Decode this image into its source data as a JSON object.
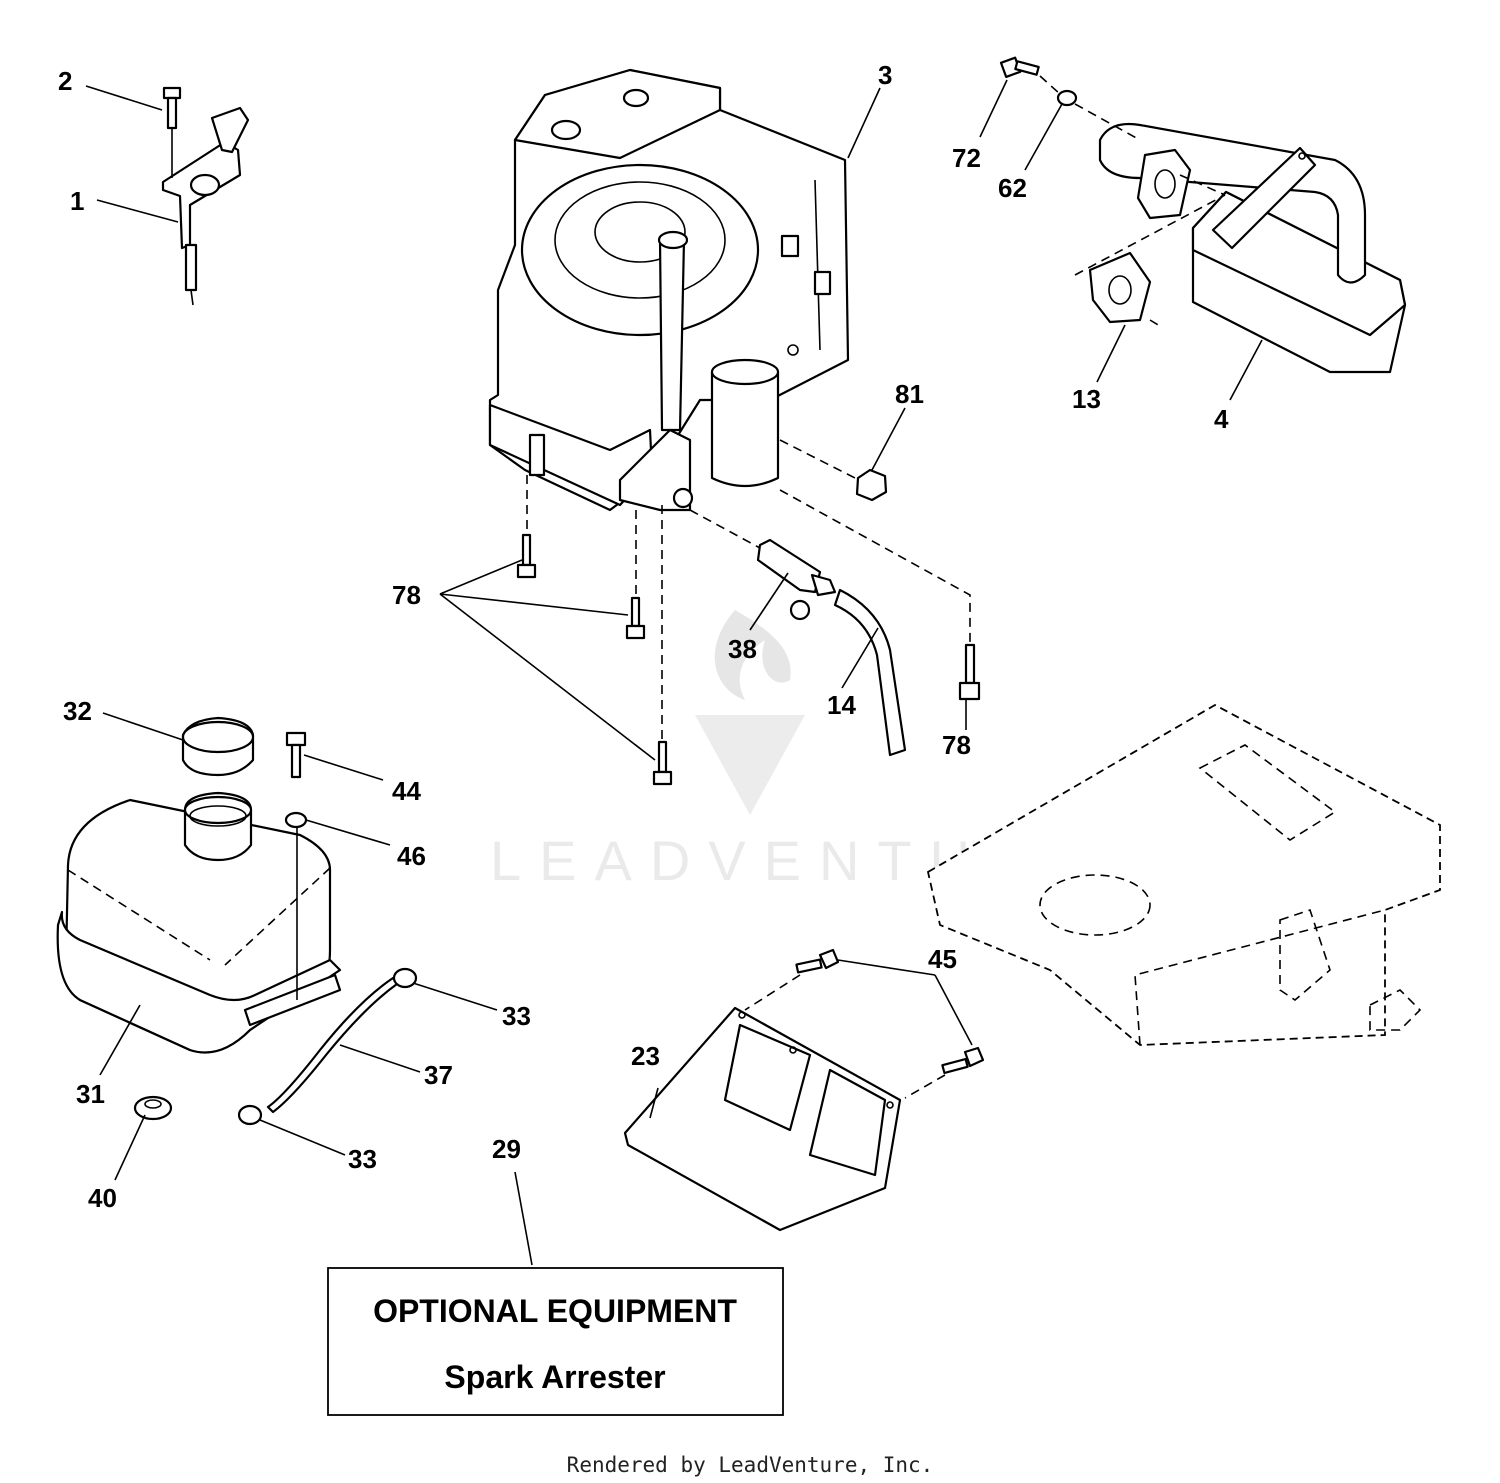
{
  "callouts": {
    "c1": "1",
    "c2": "2",
    "c3": "3",
    "c4": "4",
    "c13": "13",
    "c14": "14",
    "c23": "23",
    "c29": "29",
    "c31": "31",
    "c32": "32",
    "c33a": "33",
    "c33b": "33",
    "c37": "37",
    "c38": "38",
    "c40": "40",
    "c44": "44",
    "c45": "45",
    "c46": "46",
    "c62": "62",
    "c72": "72",
    "c78a": "78",
    "c78b": "78",
    "c81": "81"
  },
  "optional_box": {
    "title": "OPTIONAL EQUIPMENT",
    "subtitle": "Spark Arrester"
  },
  "watermark": "LEADVENTURE",
  "footer": "Rendered by LeadVenture, Inc."
}
